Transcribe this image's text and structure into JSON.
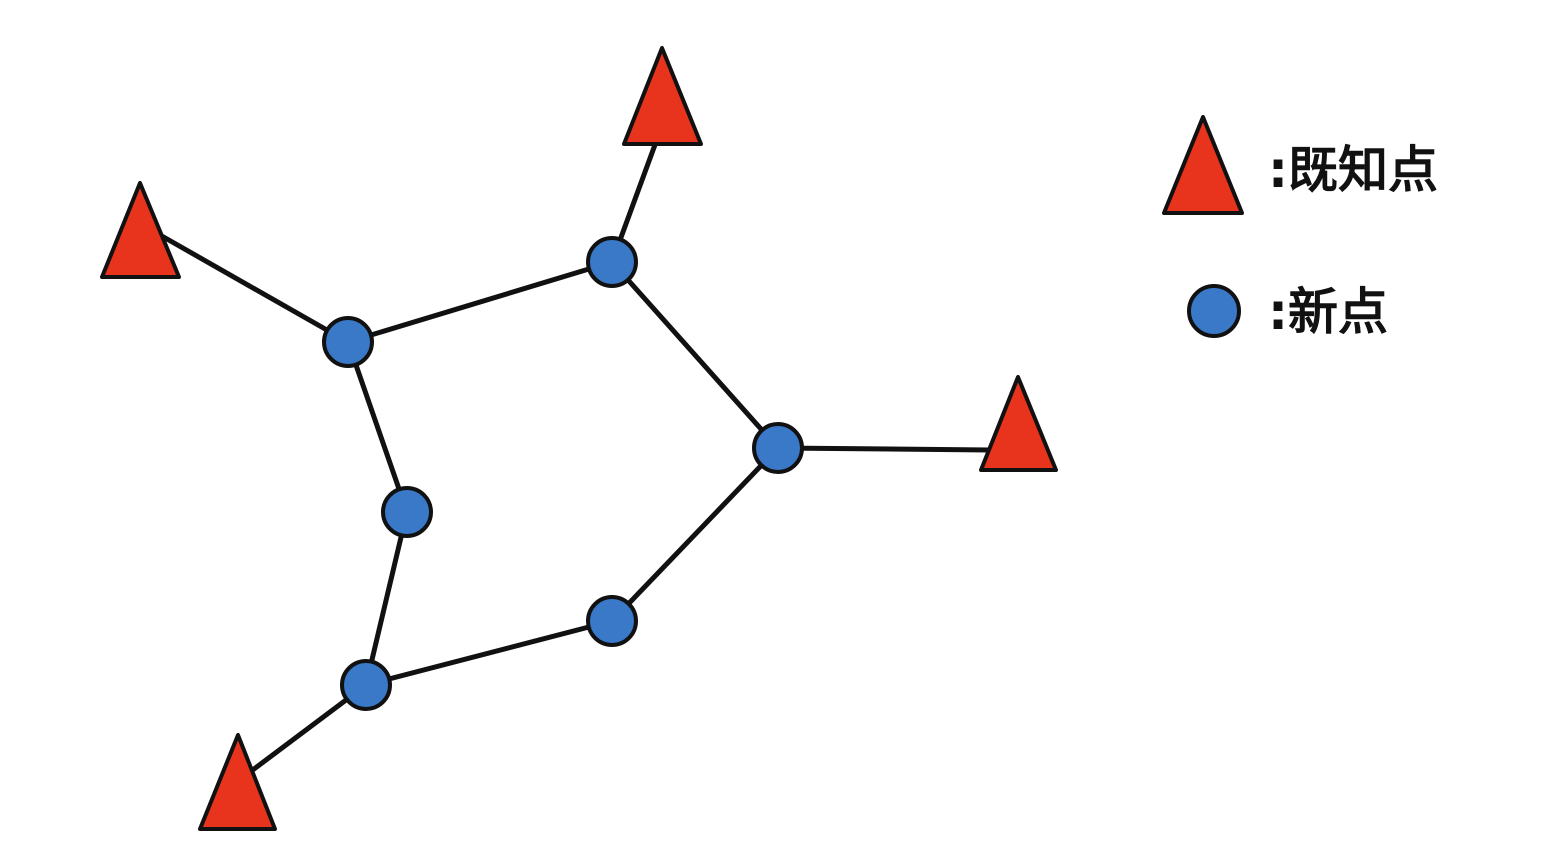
{
  "colors": {
    "known_point_fill": "#e8341c",
    "new_point_fill": "#3a78c8",
    "stroke": "#111111"
  },
  "legend": {
    "known_point": {
      "icon": "red-triangle-icon",
      "label": ":既知点"
    },
    "new_point": {
      "icon": "blue-circle-icon",
      "label": ":新点"
    }
  },
  "network": {
    "known_points": [
      "K1",
      "K2",
      "K3",
      "K4"
    ],
    "new_points": [
      "N1",
      "N2",
      "N3",
      "N4",
      "N5",
      "N6"
    ],
    "edges": [
      [
        "K1",
        "N1"
      ],
      [
        "K2",
        "N2"
      ],
      [
        "N1",
        "N2"
      ],
      [
        "N2",
        "N3"
      ],
      [
        "K3",
        "N3"
      ],
      [
        "N1",
        "N4"
      ],
      [
        "N4",
        "N5"
      ],
      [
        "N5",
        "N6"
      ],
      [
        "N6",
        "N3"
      ],
      [
        "K4",
        "N5"
      ]
    ]
  }
}
